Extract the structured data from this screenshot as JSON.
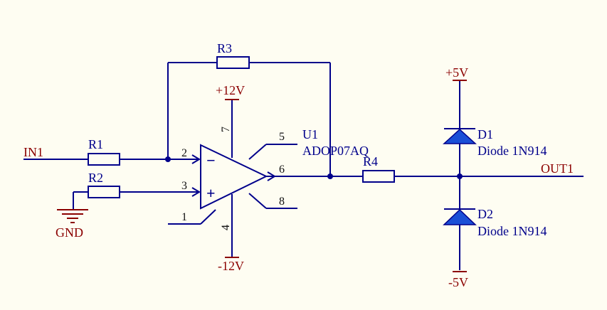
{
  "colors": {
    "background": "#fefdf2",
    "wire": "#00008b",
    "net_label": "#8b0000",
    "pin_number": "#111111",
    "diode_fill": "#1a4fd6"
  },
  "nets": {
    "in1": "IN1",
    "gnd": "GND",
    "out1": "OUT1",
    "plus12v": "+12V",
    "minus12v": "-12V",
    "plus5v": "+5V",
    "minus5v": "-5V"
  },
  "parts": {
    "r1": "R1",
    "r2": "R2",
    "r3": "R3",
    "r4": "R4",
    "u1_designator": "U1",
    "u1_value": "ADOP07AQ",
    "d1_designator": "D1",
    "d1_value": "Diode 1N914",
    "d2_designator": "D2",
    "d2_value": "Diode 1N914"
  },
  "pins": {
    "p1": "1",
    "p2": "2",
    "p3": "3",
    "p4": "4",
    "p5": "5",
    "p6": "6",
    "p7": "7",
    "p8": "8"
  },
  "opamp_signs": {
    "inverting": "−",
    "non_inverting": "+"
  }
}
